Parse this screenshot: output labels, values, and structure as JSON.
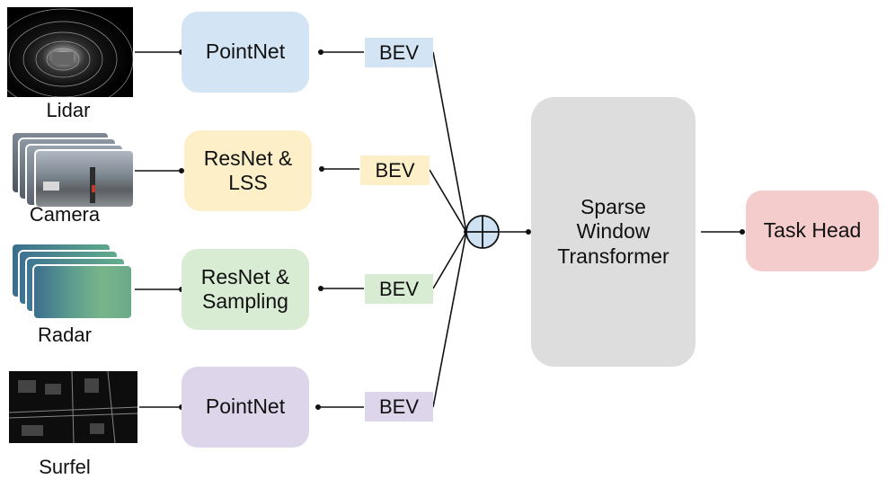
{
  "inputs": {
    "lidar": "Lidar",
    "camera": "Camera",
    "radar": "Radar",
    "surfel": "Surfel"
  },
  "encoders": {
    "lidar": "PointNet",
    "camera": "ResNet &\nLSS",
    "radar": "ResNet &\nSampling",
    "surfel": "PointNet"
  },
  "bev_label": "BEV",
  "fusion_icon": "circled-plus-icon",
  "transformer": "Sparse\nWindow\nTransformer",
  "head": "Task Head",
  "colors": {
    "lidar": "#d3e4f5",
    "camera": "#fdf0c8",
    "radar": "#d8ebd3",
    "surfel": "#ddd5ea",
    "transformer": "#dddddd",
    "head": "#f5cccc",
    "fusion": "#cfe2f3"
  }
}
